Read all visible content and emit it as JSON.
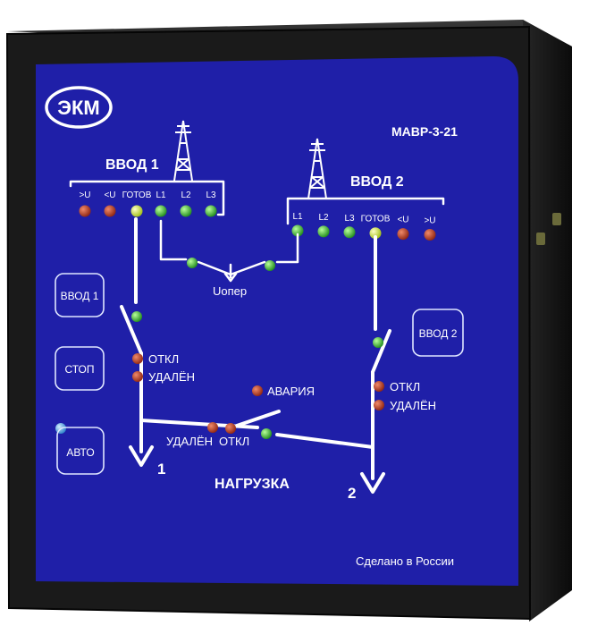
{
  "brand": {
    "logo_text": "ЭКМ",
    "model": "МАВР-3-21",
    "made_in": "Сделано в России"
  },
  "input1": {
    "title": "ВВОД 1",
    "indicator_labels": [
      ">U",
      "<U",
      "ГОТОВ",
      "L1",
      "L2",
      "L3"
    ],
    "indicator_colors": [
      "#c8442a",
      "#c8442a",
      "#d8f03a",
      "#35b830",
      "#35b830",
      "#35b830"
    ],
    "breaker_led_labels": [
      "ОТКЛ",
      "УДАЛЁН"
    ]
  },
  "input2": {
    "title": "ВВОД 2",
    "indicator_labels": [
      "L1",
      "L2",
      "L3",
      "ГОТОВ",
      "<U",
      ">U"
    ],
    "indicator_colors": [
      "#35b830",
      "#35b830",
      "#35b830",
      "#d8f03a",
      "#c8442a",
      "#c8442a"
    ],
    "breaker_led_labels": [
      "ОТКЛ",
      "УДАЛЁН"
    ]
  },
  "power_label": "Uопер",
  "tie_breaker": {
    "remote_label": "УДАЛЁН",
    "off_label": "ОТКЛ"
  },
  "alarm_label": "АВАРИЯ",
  "load": {
    "title": "НАГРУЗКА",
    "out1": "1",
    "out2": "2"
  },
  "buttons": {
    "input1": "ВВОД 1",
    "stop": "СТОП",
    "auto": "АВТО",
    "input2": "ВВОД 2"
  },
  "colors": {
    "panel_blue": "#1f1fa8",
    "bezel": "#1b1b1b",
    "led_green": "#35b830",
    "led_red": "#c8442a",
    "led_yellow": "#d8f03a",
    "led_blue": "#5aaee8"
  }
}
